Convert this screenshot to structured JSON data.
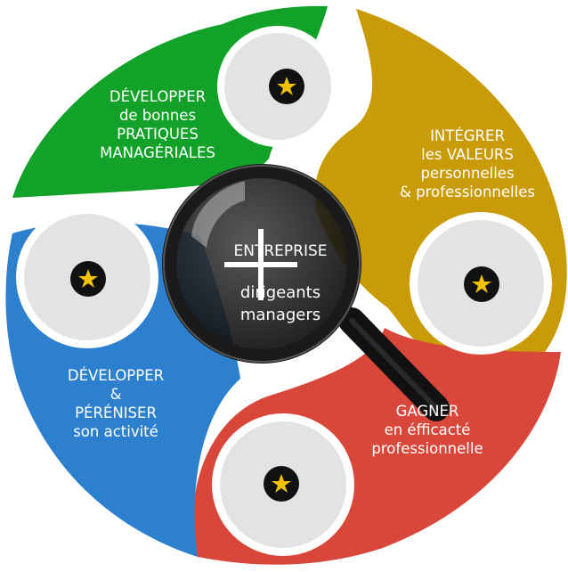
{
  "colors": {
    "green": "#12a229",
    "gold": "#c99b06",
    "red": "#d9473a",
    "blue": "#2d80ce",
    "hub": "#e3e3e3",
    "logo_bg": "#111111",
    "logo_star": "#f2c200"
  },
  "segments": {
    "top_left": {
      "lines": [
        "DÉVELOPPER",
        "de bonnes",
        "PRATIQUES",
        "MANAGÉRIALES"
      ]
    },
    "top_right": {
      "lines": [
        "INTÉGRER",
        "les VALEURS",
        "personnelles",
        "& professionnelles"
      ]
    },
    "bottom_right": {
      "lines": [
        "GAGNER",
        "en éfficacté",
        "professionnelle"
      ]
    },
    "bottom_left": {
      "lines": [
        "DÉVELOPPER",
        "&",
        "PÉRÉNISER",
        "son activité"
      ]
    }
  },
  "center": {
    "title": "ENTREPRISE",
    "line1": "dirigeants",
    "line2": "managers"
  },
  "icons": {
    "logo": "star-person-logo-icon",
    "magnifier": "magnifying-glass-icon",
    "plus": "plus-icon"
  }
}
